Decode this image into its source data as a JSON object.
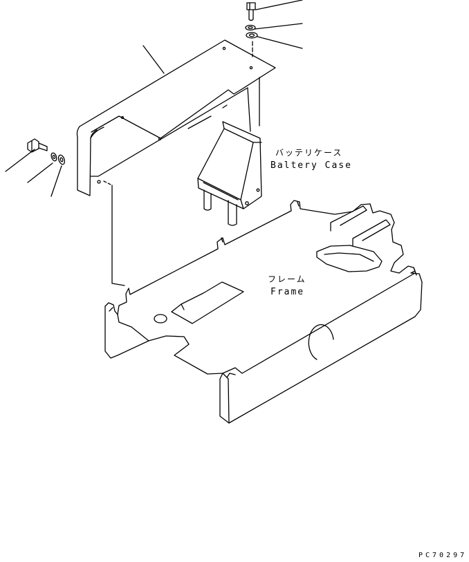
{
  "labels": {
    "battery_case_jp": "バッテリケース",
    "battery_case_en": "Baltery Case",
    "frame_jp": "フレーム",
    "frame_en": "Frame"
  },
  "drawing_code": "PC70297"
}
